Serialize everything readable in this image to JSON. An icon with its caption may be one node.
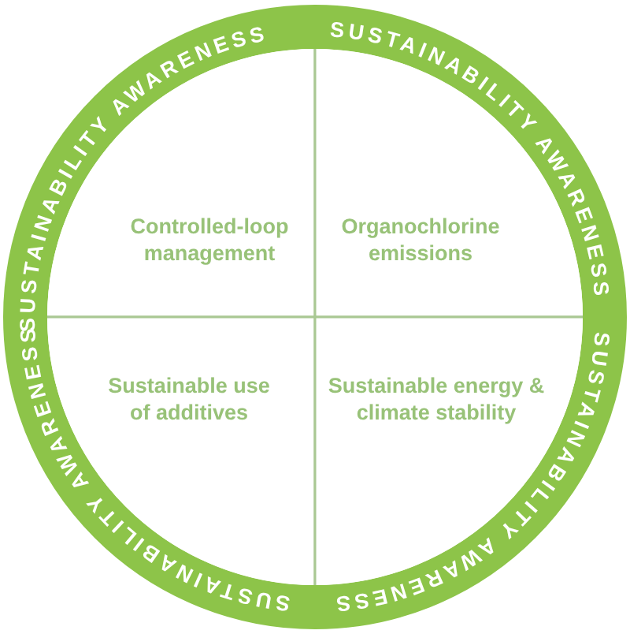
{
  "diagram": {
    "nodes": [
      {
        "text": [
          "Controlled-loop management"
        ]
      },
      {
        "text": [
          "Organochlorine emissions"
        ]
      },
      {
        "text": [
          "Sustainable use of additives"
        ]
      },
      {
        "text": [
          "Sustainable energy & climate stability"
        ]
      }
    ],
    "labels": [
      "SUSTAINABILITY AWARENESS",
      "SUSTAINABILITY AWARENESS",
      "SUSTAINABILITY AWARENESS",
      "SUSTAINABILITY AWARENESS"
    ]
  }
}
